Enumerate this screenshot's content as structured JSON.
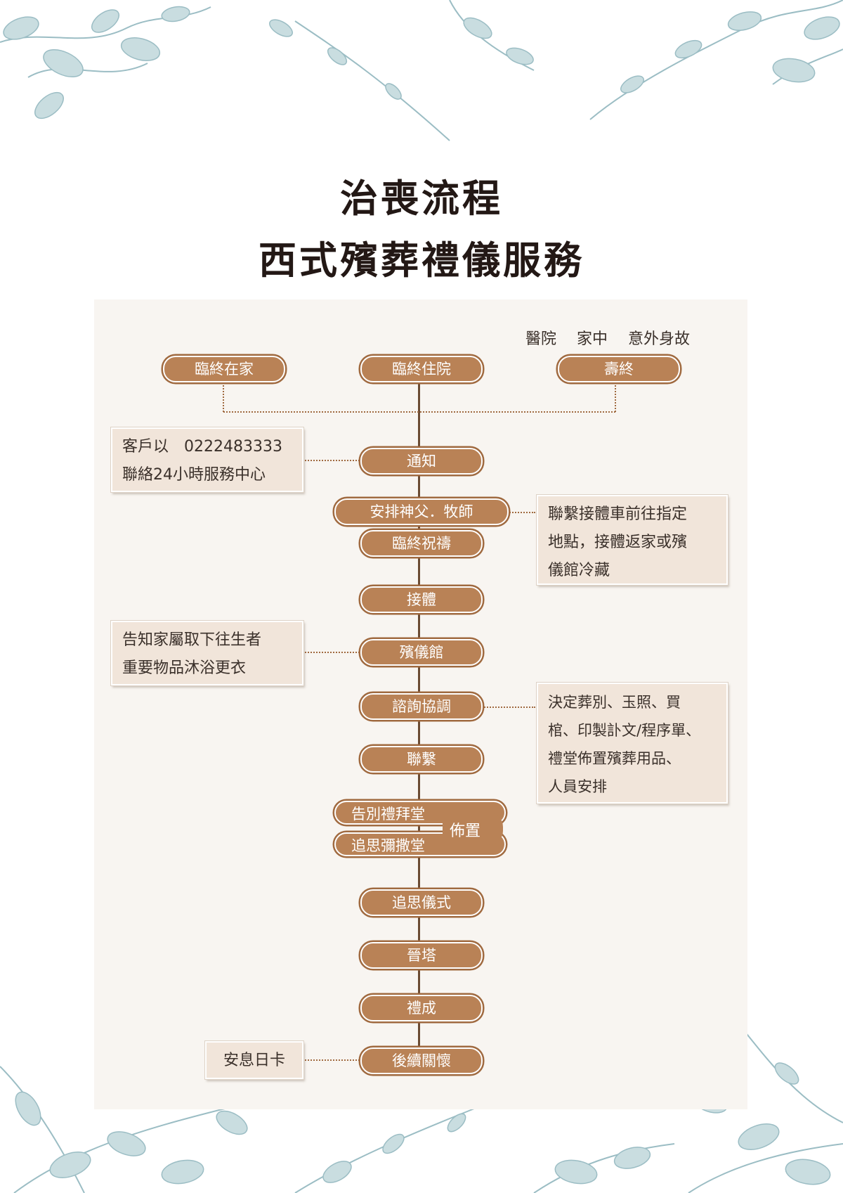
{
  "title": {
    "line1": "治喪流程",
    "line2": "西式殯葬禮儀服務"
  },
  "locations": [
    "醫院",
    "家中",
    "意外身故"
  ],
  "top_row": {
    "left": "臨終在家",
    "center": "臨終住院",
    "right": "壽終"
  },
  "steps": {
    "notify": "通知",
    "arrange_clergy": "安排神父．牧師",
    "deathbed_prayer": "臨終祝禱",
    "receive_body": "接體",
    "funeral_home": "殯儀館",
    "consult": "諮詢協調",
    "contact": "聯繫",
    "farewell_chapel": "告別禮拜堂",
    "memorial_mass_hall": "追思彌撒堂",
    "setup_label": "佈置",
    "memorial_ceremony": "追思儀式",
    "columbarium": "晉塔",
    "ceremony_complete": "禮成",
    "aftercare": "後續關懷"
  },
  "notes": {
    "contact_center": [
      "客戶以　0222483333",
      "聯絡24小時服務中心"
    ],
    "transport": [
      "聯繫接體車前往指定",
      "地點，接體返家或殯",
      "儀館冷藏"
    ],
    "family": [
      "告知家屬取下往生者",
      "重要物品沐浴更衣"
    ],
    "decisions": [
      "決定葬別、玉照、買",
      "棺、印製訃文/程序單、",
      "禮堂佈置殯葬用品、",
      "人員安排"
    ],
    "card": [
      "安息日卡"
    ]
  },
  "colors": {
    "pill_fill": "#b98256",
    "pill_outline": "#a06a40",
    "note_fill": "#f1e5da",
    "connector": "#6b4b33",
    "decor": "#9bbdc4"
  }
}
